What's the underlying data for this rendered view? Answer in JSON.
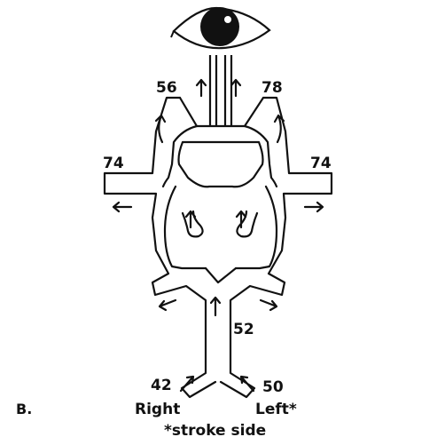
{
  "panel_label": "B.",
  "values": {
    "top_left": "56",
    "top_right": "78",
    "mid_left": "74",
    "mid_right": "74",
    "trunk": "52",
    "bottom_left": "42",
    "bottom_right": "50"
  },
  "sides": {
    "right": "Right",
    "left": "Left*"
  },
  "footnote": "*stroke side",
  "icons": {
    "eye": "eye-icon",
    "arrow": "arrow-icon"
  }
}
